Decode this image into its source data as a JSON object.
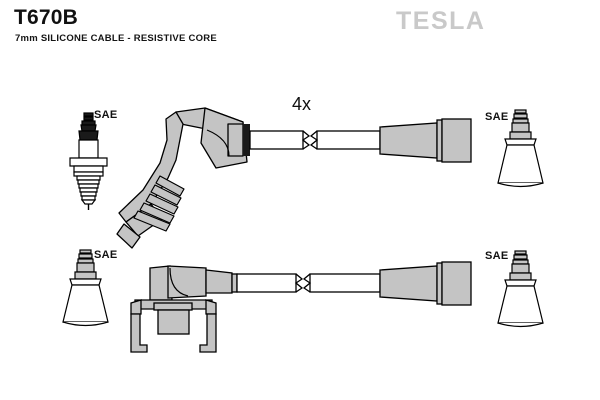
{
  "header": {
    "part_number": "T670B",
    "description": "7mm SILICONE CABLE - RESISTIVE CORE",
    "brand": "TESLA",
    "brand_color": "#c9c9c9"
  },
  "diagram": {
    "quantity_label": "4x",
    "line_color": "#000000",
    "fill_color": "#c4c4c4",
    "fill_color_light": "#ffffff",
    "fill_color_dark": "#1a1a1a",
    "labels": {
      "sae_top_left": "SAE",
      "sae_top_right": "SAE",
      "sae_bottom_left": "SAE",
      "sae_bottom_right": "SAE"
    },
    "components": [
      {
        "id": "spark-plug-top-left",
        "name": "spark-plug",
        "row": "top",
        "side": "left",
        "label": "SAE"
      },
      {
        "id": "distributor-boot-top",
        "name": "angled-ribbed-distributor-boot",
        "row": "top",
        "side": "left-center"
      },
      {
        "id": "ignition-cable-top",
        "name": "ignition-cable-with-break-mark",
        "row": "top"
      },
      {
        "id": "straight-boot-top",
        "name": "straight-terminal-boot",
        "row": "top",
        "side": "right-center"
      },
      {
        "id": "conical-boot-top-right",
        "name": "conical-spark-plug-boot",
        "row": "top",
        "side": "right",
        "label": "SAE"
      },
      {
        "id": "conical-boot-bottom-left",
        "name": "conical-spark-plug-boot",
        "row": "bottom",
        "side": "left",
        "label": "SAE"
      },
      {
        "id": "coil-connector-bottom",
        "name": "right-angle-coil-connector-with-bracket",
        "row": "bottom",
        "side": "left-center"
      },
      {
        "id": "ignition-cable-bottom",
        "name": "ignition-cable-with-break-mark",
        "row": "bottom"
      },
      {
        "id": "straight-boot-bottom",
        "name": "straight-terminal-boot",
        "row": "bottom",
        "side": "right-center"
      },
      {
        "id": "conical-boot-bottom-right",
        "name": "conical-spark-plug-boot",
        "row": "bottom",
        "side": "right",
        "label": "SAE"
      }
    ]
  }
}
